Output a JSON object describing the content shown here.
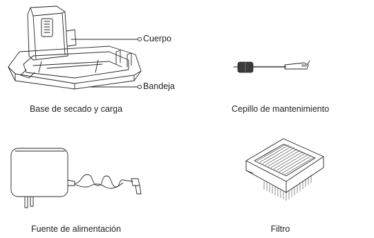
{
  "items": [
    {
      "name": "Base de secado y carga",
      "callouts": [
        "Cuerpo",
        "Bandeja"
      ],
      "icon": "charging-base-icon"
    },
    {
      "name": "Cepillo de mantenimiento",
      "icon": "cleaning-brush-icon"
    },
    {
      "name": "Fuente de alimentación",
      "icon": "power-adapter-icon"
    },
    {
      "name": "Filtro",
      "icon": "filter-icon"
    }
  ]
}
